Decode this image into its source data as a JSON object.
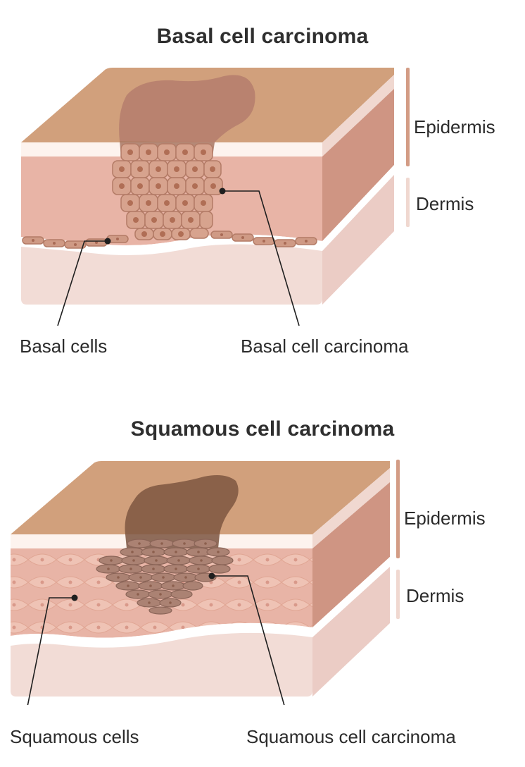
{
  "figure1": {
    "title": "Basal cell carcinoma",
    "layers": {
      "top": "Epidermis",
      "bottom": "Dermis"
    },
    "labels": {
      "left": "Basal cells",
      "right": "Basal cell carcinoma"
    }
  },
  "figure2": {
    "title": "Squamous cell carcinoma",
    "layers": {
      "top": "Epidermis",
      "bottom": "Dermis"
    },
    "labels": {
      "left": "Squamous cells",
      "right": "Squamous cell carcinoma"
    }
  },
  "colors": {
    "skin_top": "#d1a07c",
    "skin_side": "#cf9583",
    "epidermis_front": "#e8b4a6",
    "dermis_front": "#f2dcd6",
    "white_band": "#fdf3ee",
    "lesion_basal": "#b9826f",
    "lesion_squamous": "#8a6149",
    "cell": "#c5907e",
    "nucleus": "#b06e55",
    "scale_epidermis": "#d39c85",
    "scale_dermis": "#f0d8d0"
  }
}
